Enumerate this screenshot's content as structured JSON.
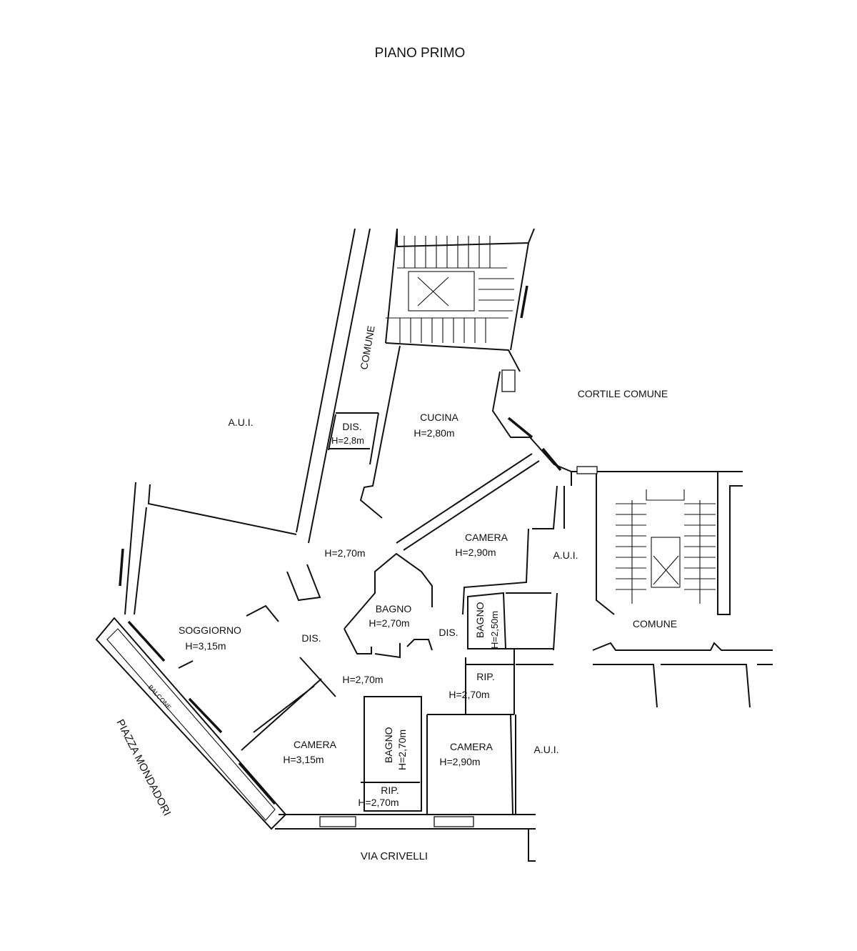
{
  "title": "PIANO PRIMO",
  "labels": {
    "comune_stair": "COMUNE",
    "aui_left": "A.U.I.",
    "cortile": "CORTILE COMUNE",
    "dis_top": "DIS.",
    "dis_top_h": "H=2,8m",
    "cucina": "CUCINA",
    "cucina_h": "H=2,80m",
    "corridor_h": "H=2,70m",
    "camera_ne": "CAMERA",
    "camera_ne_h": "H=2,90m",
    "aui_mid": "A.U.I.",
    "comune_right": "COMUNE",
    "soggiorno": "SOGGIORNO",
    "soggiorno_h": "H=3,15m",
    "dis_mid": "DIS.",
    "bagno_center": "BAGNO",
    "bagno_center_h": "H=2,70m",
    "dis_right": "DIS.",
    "bagno_right": "BAGNO",
    "bagno_right_h": "H=2,50m",
    "hall_h": "H=2,70m",
    "rip_right": "RIP.",
    "rip_right_h": "H=2,70m",
    "balcone": "BALCONE",
    "piazza": "PIAZZA MONDADORI",
    "camera_sw": "CAMERA",
    "camera_sw_h": "H=3,15m",
    "bagno_low": "BAGNO",
    "bagno_low_h": "H=2,70m",
    "camera_se": "CAMERA",
    "camera_se_h": "H=2,90m",
    "aui_right": "A.U.I.",
    "rip_low": "RIP.",
    "rip_low_h": "H=2,70m",
    "via": "VIA CRIVELLI"
  },
  "colors": {
    "ink": "#111111",
    "paper": "#ffffff"
  }
}
